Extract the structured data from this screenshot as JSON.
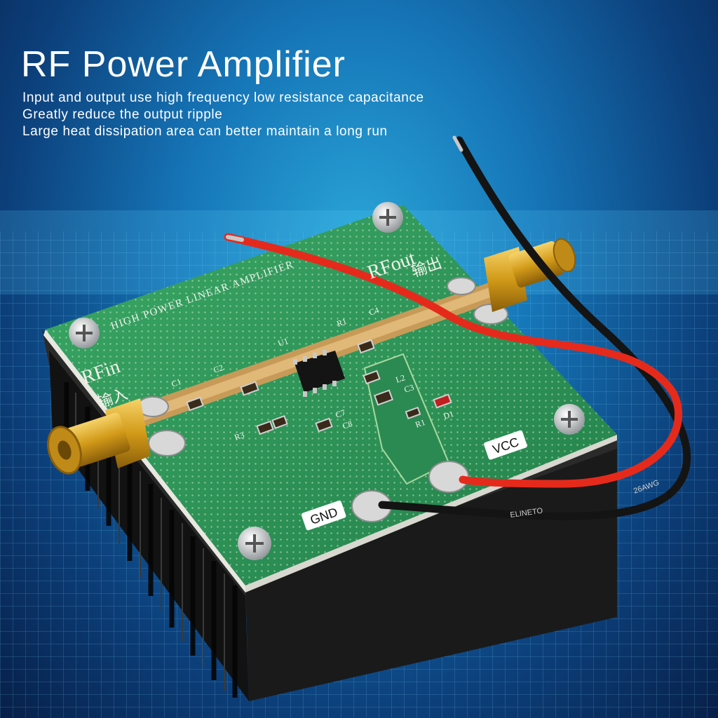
{
  "headline": "RF Power Amplifier",
  "features": [
    "Input and output use high frequency low resistance capacitance",
    "Greatly reduce the output ripple",
    "Large heat dissipation area can better maintain a long run"
  ],
  "board": {
    "title": "HIGH POWER LINEAR AMPLIFIER",
    "input_label": "RFin",
    "input_label_cn": "输入",
    "output_label": "RFout",
    "output_label_cn": "输出",
    "vcc_label": "VCC",
    "gnd_label": "GND",
    "silkscreen": [
      "C1",
      "C2",
      "U1",
      "R1",
      "C4",
      "L2",
      "C3",
      "C7",
      "C8",
      "R3",
      "R1",
      "D1"
    ],
    "wire_marking": "ELINETO",
    "wire_gauge": "26AWG"
  },
  "colors": {
    "background": "#1676b8",
    "pcb": "#2f9a5c",
    "heatsink": "#1c1c1c",
    "connector": "#d9a520",
    "wire_red": "#e52a1c",
    "wire_black": "#141414"
  }
}
